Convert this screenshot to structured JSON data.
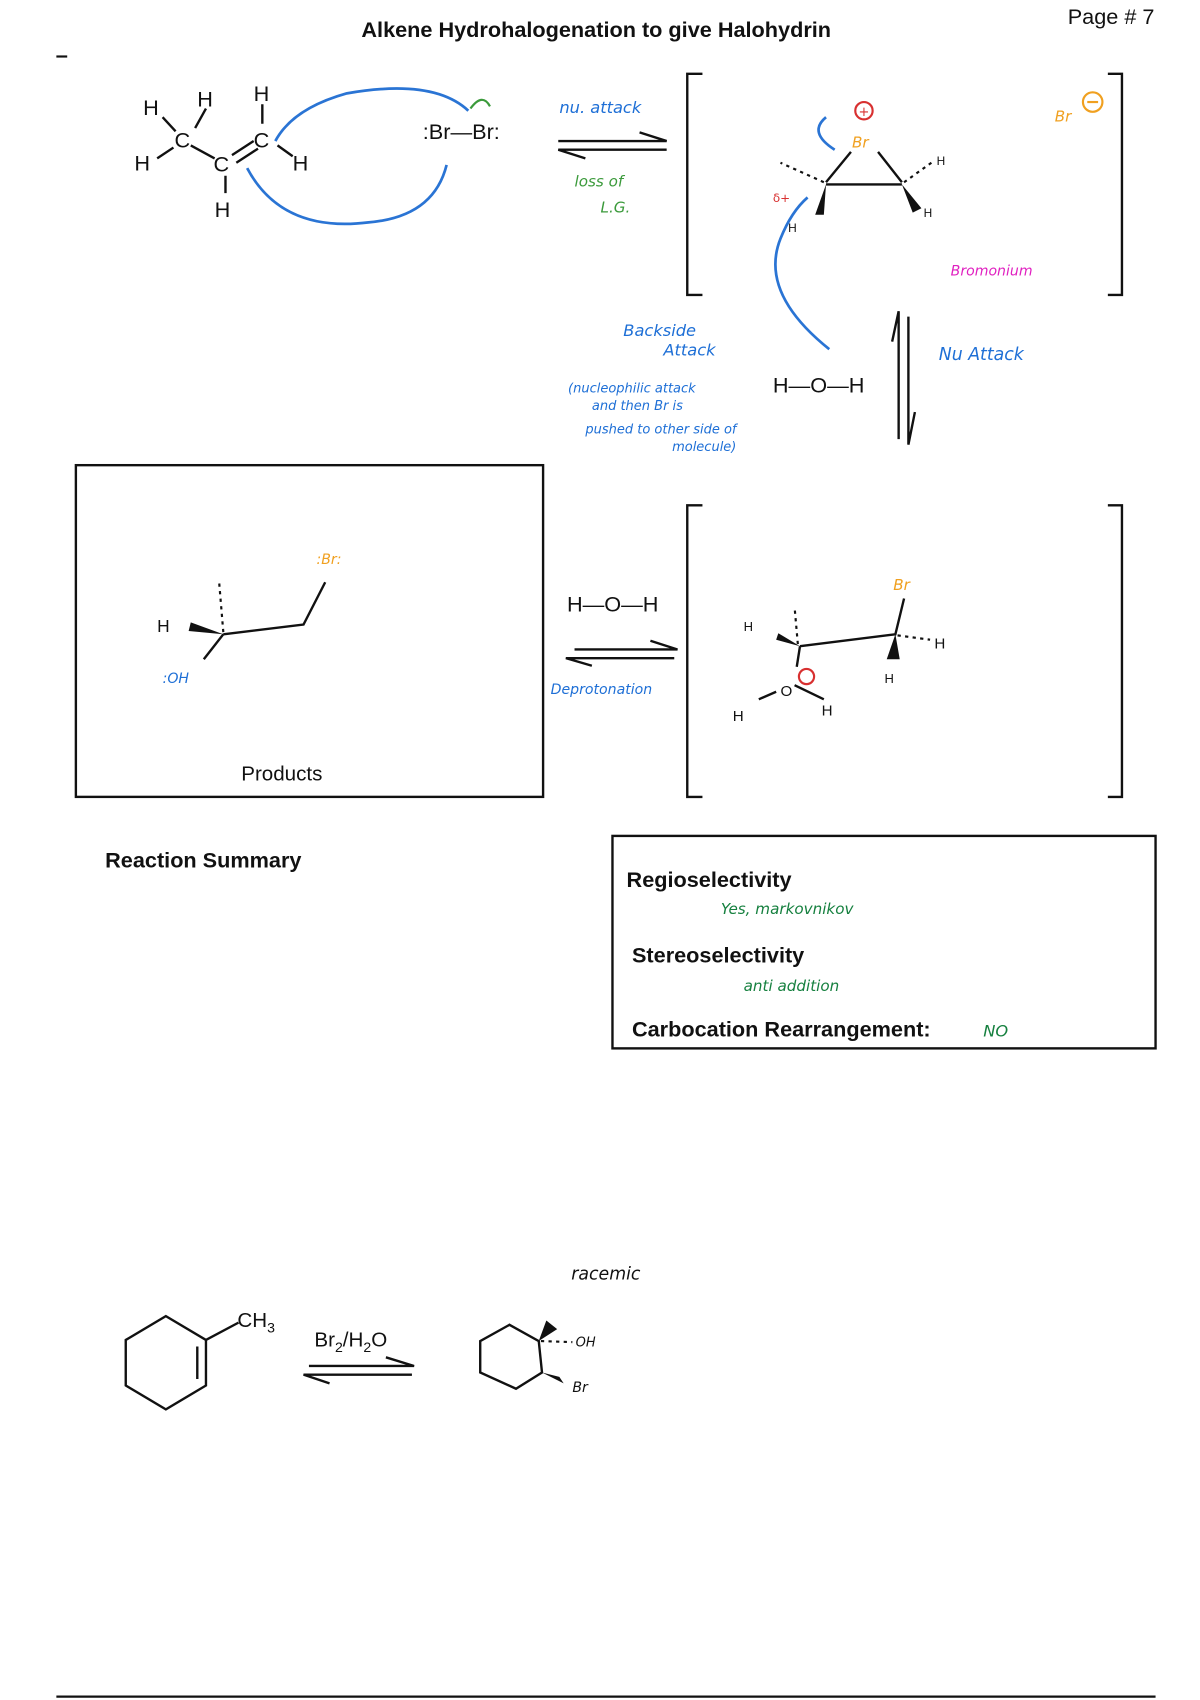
{
  "header": {
    "title": "Alkene Hydrohalogenation to give Halohydrin",
    "page": "Page # 7"
  },
  "step1": {
    "alkene_atoms": {
      "h": "H",
      "c": "C"
    },
    "bromine": ":Br—Br:",
    "forward_label": "nu. attack",
    "reverse_label_1": "loss of",
    "reverse_label_2": "L.G."
  },
  "intermediate1": {
    "br": "Br",
    "h": "H",
    "delta": "δ+",
    "bromide": "Br",
    "name": "Bromonium"
  },
  "step2": {
    "backside_1": "Backside",
    "backside_2": "Attack",
    "note_1": "(nucleophilic attack",
    "note_2": "and then Br is",
    "note_3": "pushed to other side of",
    "note_4": "molecule)",
    "water": "H—O—H",
    "label": "Nu  Attack"
  },
  "intermediate2": {
    "br": "Br",
    "h": "H",
    "o": "O"
  },
  "step3": {
    "water": "H—O—H",
    "label": "Deprotonation"
  },
  "products": {
    "label": "Products",
    "h": "H",
    "oh": ":OH",
    "br": ":Br:"
  },
  "summary": {
    "heading": "Reaction Summary",
    "regio_label": "Regioselectivity",
    "regio_value": "Yes, markovnikov",
    "stereo_label": "Stereoselectivity",
    "stereo_value": "anti addition",
    "rearr_label": "Carbocation Rearrangement:",
    "rearr_value": "NO"
  },
  "example": {
    "ch3": "CH",
    "ch3_sub": "3",
    "reagent_br": "Br",
    "reagent_sub1": "2",
    "reagent_mid": "/H",
    "reagent_sub2": "2",
    "reagent_end": "O",
    "oh": "OH",
    "br": "Br",
    "note": "racemic"
  }
}
